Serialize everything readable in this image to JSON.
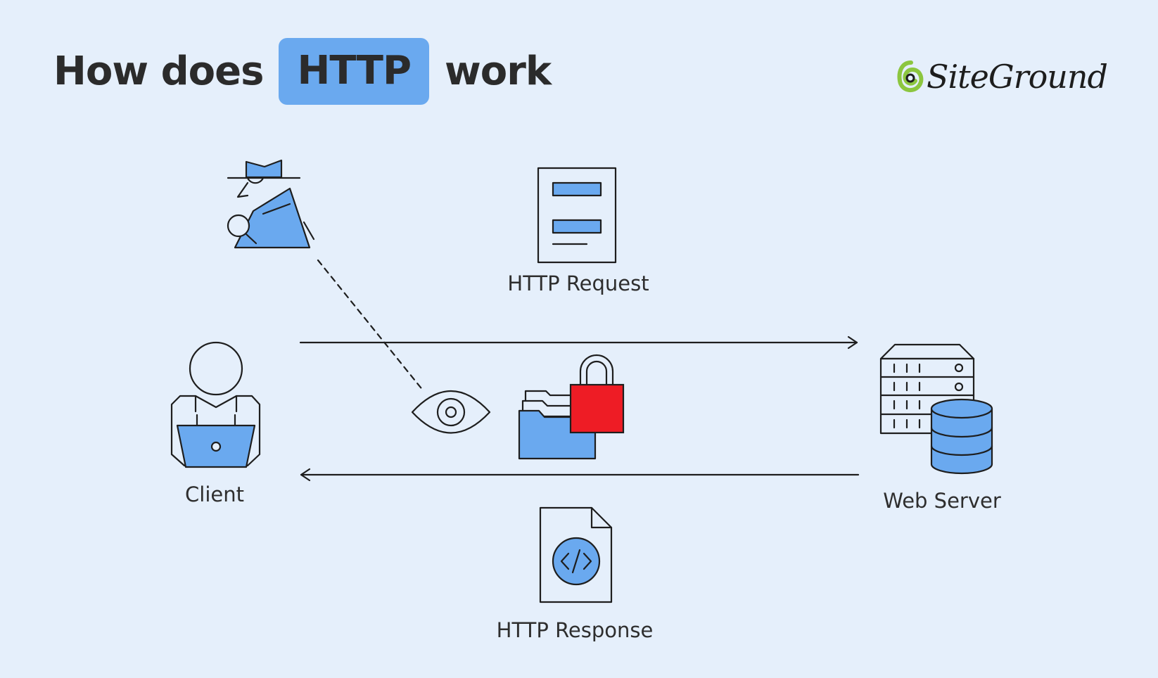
{
  "title": {
    "prefix": "How does",
    "highlight": "HTTP",
    "suffix": "work"
  },
  "logo": {
    "text": "SiteGround",
    "icon": "siteground-swirl-icon"
  },
  "labels": {
    "request": "HTTP Request",
    "client": "Client",
    "server": "Web Server",
    "response": "HTTP Response"
  },
  "colors": {
    "background": "#e5effb",
    "accent": "#6aa9ef",
    "lock": "#ee1c25",
    "stroke": "#1e1e1e",
    "logo_green": "#8cc63f"
  },
  "icons": {
    "spy": "spy-icon",
    "document": "document-icon",
    "client": "person-laptop-icon",
    "eye": "eye-icon",
    "folder": "folder-icon",
    "lock": "unlocked-padlock-icon",
    "server": "server-database-icon",
    "code_file": "code-file-icon"
  }
}
